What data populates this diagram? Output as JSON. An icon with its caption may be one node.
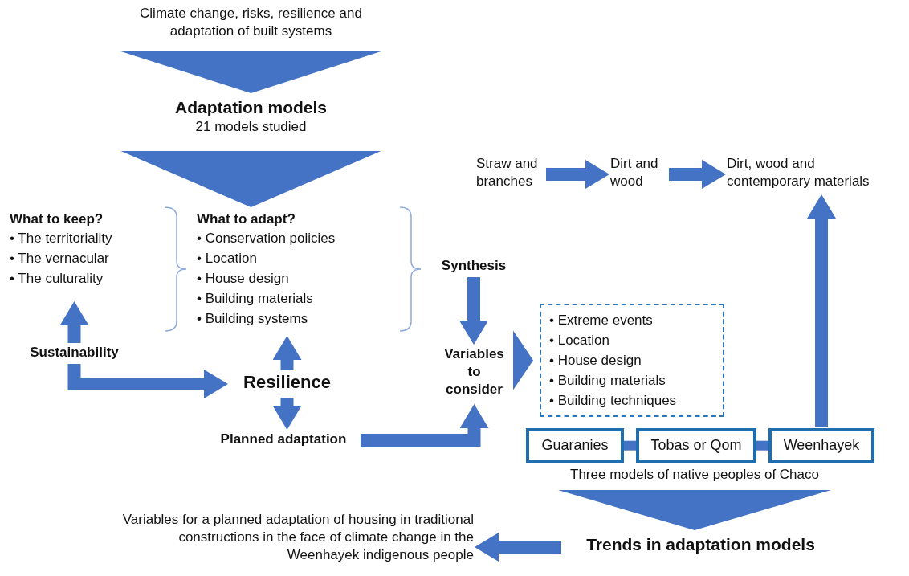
{
  "diagram": {
    "nodes": [
      {
        "text": [
          "Climate change, risks, resilience and adaptation of built systems"
        ]
      },
      {
        "text": [
          "Adaptation models",
          "21 models studied"
        ]
      },
      {
        "text": [
          "What to keep?",
          "• The territoriality",
          "• The vernacular",
          "• The culturality"
        ]
      },
      {
        "text": [
          "What to adapt?",
          "• Conservation policies",
          "• Location",
          "• House design",
          "• Building materials",
          "• Building systems"
        ]
      },
      {
        "text": [
          "Synthesis"
        ]
      },
      {
        "text": [
          "Sustainability"
        ]
      },
      {
        "text": [
          "Resilience"
        ]
      },
      {
        "text": [
          "Planned adaptation"
        ]
      },
      {
        "text": [
          "Variables to consider"
        ]
      },
      {
        "text": [
          "• Extreme events",
          "• Location",
          "• House design",
          "• Building materials",
          "• Building techniques"
        ]
      },
      {
        "text": [
          "Straw and branches"
        ]
      },
      {
        "text": [
          "Dirt and wood"
        ]
      },
      {
        "text": [
          "Dirt, wood and contemporary materials"
        ]
      },
      {
        "text": [
          "Guaranies"
        ]
      },
      {
        "text": [
          "Tobas or Qom"
        ]
      },
      {
        "text": [
          "Weenhayek"
        ]
      },
      {
        "text": [
          "Three models of native peoples of Chaco"
        ]
      },
      {
        "text": [
          "Trends in adaptation models"
        ]
      },
      {
        "text": [
          "Variables for a planned adaptation of housing in traditional constructions in the face of climate change in the Weenhayek indigenous people"
        ]
      }
    ],
    "edges": [
      {
        "from": 0,
        "to": 1,
        "arrow": "to"
      },
      {
        "from": 1,
        "to": 3,
        "arrow": "to"
      },
      {
        "from": 4,
        "to": 8,
        "arrow": "to"
      },
      {
        "from": 5,
        "to": 2,
        "arrow": "to"
      },
      {
        "from": 5,
        "to": 6,
        "arrow": "to"
      },
      {
        "from": 6,
        "to": 3,
        "arrow": "to"
      },
      {
        "from": 6,
        "to": 7,
        "arrow": "to"
      },
      {
        "from": 7,
        "to": 8,
        "arrow": "to"
      },
      {
        "from": 8,
        "to": 9,
        "arrow": "to"
      },
      {
        "from": 10,
        "to": 11,
        "arrow": "to"
      },
      {
        "from": 11,
        "to": 12,
        "arrow": "to"
      },
      {
        "from": 15,
        "to": 12,
        "arrow": "to"
      },
      {
        "from": 13,
        "to": 14,
        "arrow": "none"
      },
      {
        "from": 14,
        "to": 15,
        "arrow": "none"
      },
      {
        "from": 16,
        "to": 17,
        "arrow": "to"
      },
      {
        "from": 17,
        "to": 18,
        "arrow": "to"
      }
    ]
  }
}
